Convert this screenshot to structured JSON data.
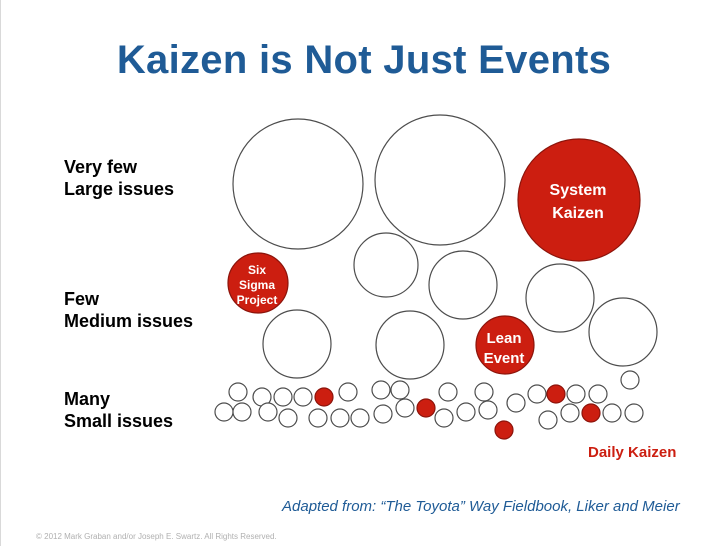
{
  "title": "Kaizen is Not Just Events",
  "levels": {
    "large": [
      "Very few",
      "Large issues"
    ],
    "medium": [
      "Few",
      "Medium issues"
    ],
    "small": [
      "Many",
      "Small issues"
    ]
  },
  "bubbles": {
    "system_kaizen": [
      "System",
      "Kaizen"
    ],
    "six_sigma": [
      "Six",
      "Sigma",
      "Project"
    ],
    "lean_event": [
      "Lean",
      "Event"
    ]
  },
  "daily_kaizen": "Daily Kaizen",
  "source": "Adapted from:  “The Toyota” Way Fieldbook, Liker and Meier",
  "copyright": "© 2012 Mark Graban and/or Joseph E. Swartz. All Rights Reserved.",
  "colors": {
    "title": "#1f5b96",
    "highlight": "#cc1e10",
    "outline": "#4d4d4d"
  }
}
